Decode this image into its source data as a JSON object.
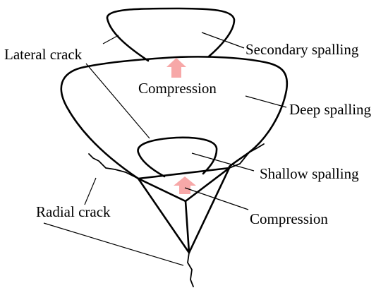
{
  "labels": {
    "lateral_crack": "Lateral crack",
    "secondary_spalling": "Secondary spalling",
    "compression_upper": "Compression",
    "deep_spalling": "Deep spalling",
    "shallow_spalling": "Shallow spalling",
    "radial_crack": "Radial crack",
    "compression_lower": "Compression"
  },
  "colors": {
    "arrow": "#f7a8a8",
    "line": "#000000",
    "background": "#ffffff"
  },
  "icons": {
    "compression_arrow": "up-arrow-icon"
  }
}
